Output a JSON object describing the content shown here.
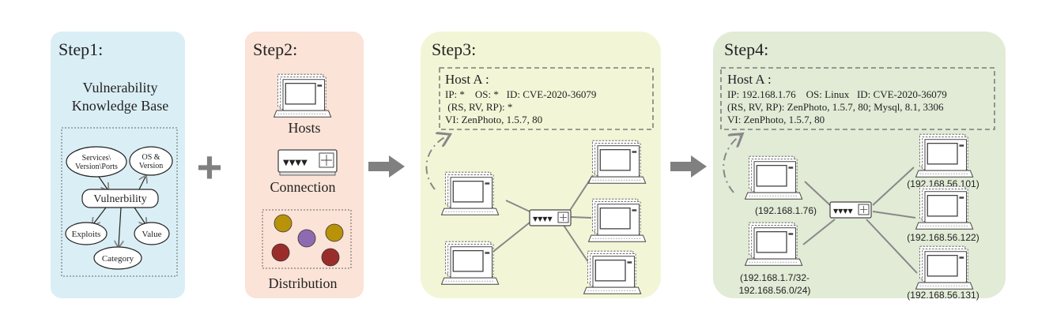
{
  "step1": {
    "title": "Step1:",
    "heading_line1": "Vulnerability",
    "heading_line2": "Knowledge Base",
    "nodes": {
      "services_line1": "Services\\",
      "services_line2": "Version\\Ports",
      "os_line1": "OS &",
      "os_line2": "Version",
      "vulnerability": "Vulnerbility",
      "exploits": "Exploits",
      "value": "Value",
      "category": "Category"
    }
  },
  "plus": "+",
  "step2": {
    "title": "Step2:",
    "hosts": "Hosts",
    "connection": "Connection",
    "distribution": "Distribution",
    "circle_colors": [
      "#b8930a",
      "#8e6bb0",
      "#b8930a",
      "#9a2d2a",
      "#9a2d2a"
    ]
  },
  "step3": {
    "title": "Step3:",
    "host_title": "Host A :",
    "line1": "IP: *    OS: *   ID: CVE-2020-36079",
    "line2": " (RS, RV, RP): *",
    "line3": "VI: ZenPhoto, 1.5.7, 80"
  },
  "step4": {
    "title": "Step4:",
    "host_title": "Host A :",
    "line1": "IP: 192.168.1.76    OS: Linux   ID: CVE-2020-36079",
    "line2": "(RS, RV, RP): ZenPhoto, 1.5.7, 80; Mysql, 8.1, 3306",
    "line3": "VI: ZenPhoto, 1.5.7, 80",
    "ip_left_top": "(192.168.1.76)",
    "ip_left_bottom_line1": "(192.168.1.7/32-",
    "ip_left_bottom_line2": "192.168.56.0/24)",
    "ip_right_top": "(192.168.56.101)",
    "ip_right_mid": "(192.168.56.122)",
    "ip_right_bottom": "(192.168.56.131)"
  },
  "colors": {
    "step1_bg": "#daeef5",
    "step2_bg": "#fbe3d7",
    "step3_bg": "#f3f6d6",
    "step4_bg": "#e1ebd6",
    "arrow": "#808080"
  }
}
